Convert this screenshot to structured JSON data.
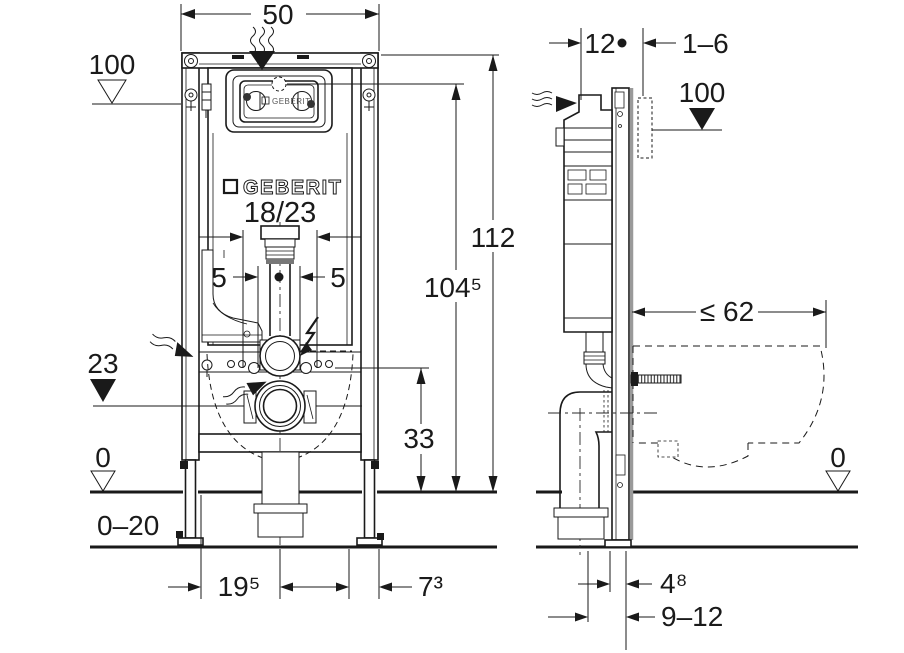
{
  "colors": {
    "line": "#1a1a1a",
    "background": "#ffffff",
    "rail_gray": "#9a9a9a",
    "band_gray": "#777777"
  },
  "front_view": {
    "dim_width": "50",
    "level_supply": "100",
    "level_drain": "23",
    "level_floor": "0",
    "level_floor_range": "0–20",
    "dim_total_height": "112",
    "dim_actuator_height": "104⁵",
    "dim_bend_height": "33",
    "dim_pipe_offset": "18/23",
    "dim_offset_left": "5",
    "dim_offset_right": "5",
    "dim_foot_left": "19⁵",
    "dim_foot_right": "7³",
    "panel_brand": "GEBERIT",
    "brand": "GEBERIT",
    "model": "18/23"
  },
  "side_view": {
    "dim_depth": "12",
    "dim_finish": "1–6",
    "level_supply": "100",
    "dim_bowl_max": "≤ 62",
    "level_floor": "0",
    "dim_outlet": "4⁸",
    "dim_wall": "9–12"
  }
}
